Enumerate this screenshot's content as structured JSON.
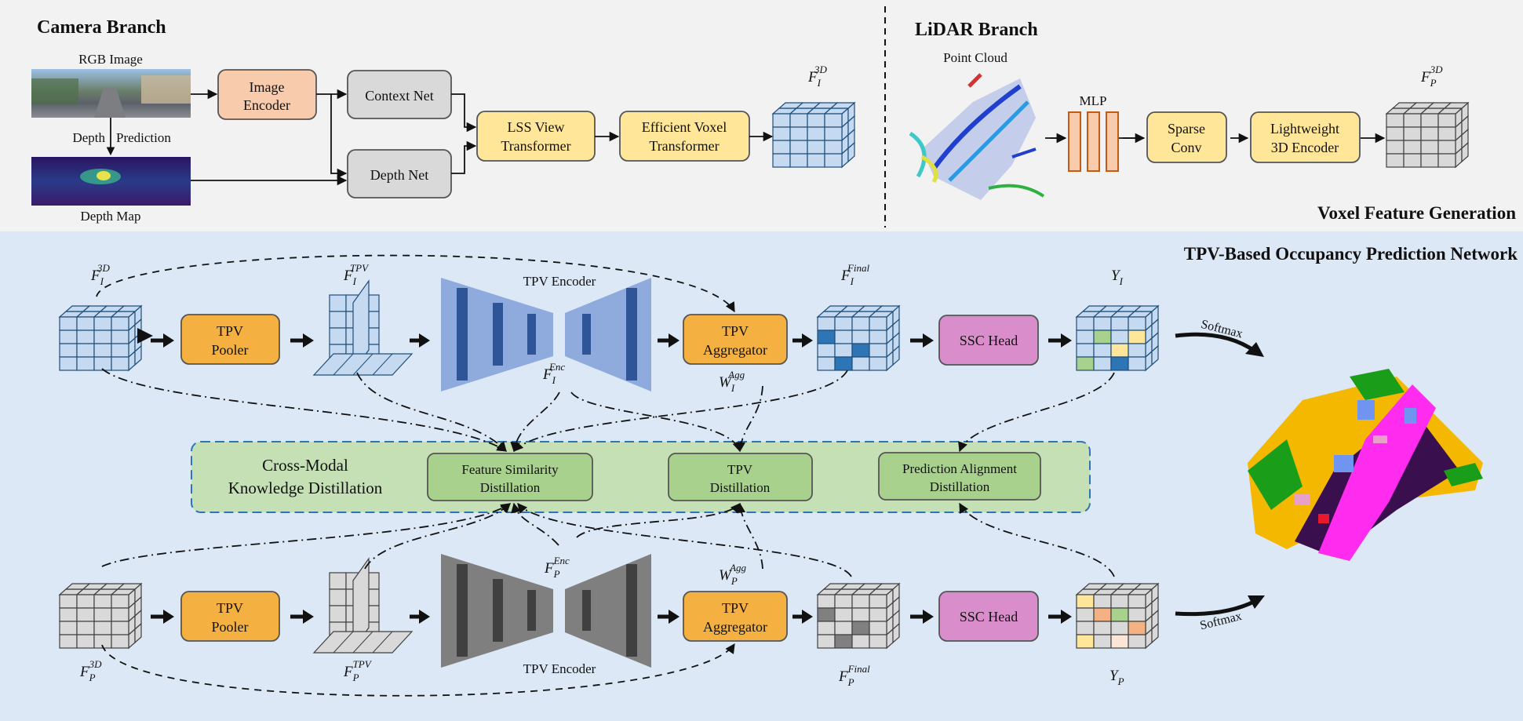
{
  "camera_branch": {
    "title": "Camera Branch",
    "rgb_label": "RGB Image",
    "depth_arrow_label_left": "Depth",
    "depth_arrow_label_right": "Prediction",
    "depth_map_label": "Depth Map",
    "image_encoder": [
      "Image",
      "Encoder"
    ],
    "context_net": "Context Net",
    "depth_net": "Depth Net",
    "lss": [
      "LSS View",
      "Transformer"
    ],
    "evt": [
      "Efficient Voxel",
      "Transformer"
    ],
    "feature_label": {
      "base": "F",
      "sub": "I",
      "sup": "3D"
    }
  },
  "lidar_branch": {
    "title": "LiDAR Branch",
    "point_cloud_label": "Point Cloud",
    "mlp_label": "MLP",
    "sparse_conv": [
      "Sparse",
      "Conv"
    ],
    "lightweight": [
      "Lightweight",
      "3D Encoder"
    ],
    "feature_label": {
      "base": "F",
      "sub": "P",
      "sup": "3D"
    }
  },
  "voxel_title": "Voxel Feature Generation",
  "tpv_title": "TPV-Based Occupancy Prediction Network",
  "image_stream": {
    "f3d": {
      "base": "F",
      "sub": "I",
      "sup": "3D"
    },
    "pooler": [
      "TPV",
      "Pooler"
    ],
    "ftpv": {
      "base": "F",
      "sub": "I",
      "sup": "TPV"
    },
    "encoder_label": "TPV Encoder",
    "fenc": {
      "base": "F",
      "sub": "I",
      "sup": "Enc"
    },
    "aggregator": [
      "TPV",
      "Aggregator"
    ],
    "wagg": {
      "base": "W",
      "sub": "I",
      "sup": "Agg"
    },
    "ffinal": {
      "base": "F",
      "sub": "I",
      "sup": "Final"
    },
    "ssc_head": "SSC Head",
    "y": {
      "base": "Y",
      "sub": "I"
    },
    "softmax": "Softmax"
  },
  "lidar_stream": {
    "f3d": {
      "base": "F",
      "sub": "P",
      "sup": "3D"
    },
    "pooler": [
      "TPV",
      "Pooler"
    ],
    "ftpv": {
      "base": "F",
      "sub": "P",
      "sup": "TPV"
    },
    "encoder_label": "TPV Encoder",
    "fenc": {
      "base": "F",
      "sub": "P",
      "sup": "Enc"
    },
    "aggregator": [
      "TPV",
      "Aggregator"
    ],
    "wagg": {
      "base": "W",
      "sub": "P",
      "sup": "Agg"
    },
    "ffinal": {
      "base": "F",
      "sub": "P",
      "sup": "Final"
    },
    "ssc_head": "SSC Head",
    "y": {
      "base": "Y",
      "sub": "P"
    },
    "softmax": "Softmax"
  },
  "distillation": {
    "title": [
      "Cross-Modal",
      "Knowledge Distillation"
    ],
    "fsd": [
      "Feature Similarity",
      "Distillation"
    ],
    "tpvd": [
      "TPV",
      "Distillation"
    ],
    "pad": [
      "Prediction Alignment",
      "Distillation"
    ]
  },
  "colors": {
    "top_bg": "#f2f2f2",
    "bottom_bg": "#dce8f5",
    "encoder_box": "#f8cbad",
    "gray_box": "#d9d9d9",
    "yellow_box": "#ffe699",
    "orange_box": "#f4b183",
    "pooler_box": "#f4b142",
    "ssc_box": "#d98ecb",
    "distill_panel": "#c5e0b4",
    "distill_box": "#a9d18e",
    "blue_cube": "#c5d9f1",
    "gray_cube": "#d9d9d9",
    "blue_encoder": "#8faadc",
    "gray_encoder": "#7f7f7f"
  }
}
